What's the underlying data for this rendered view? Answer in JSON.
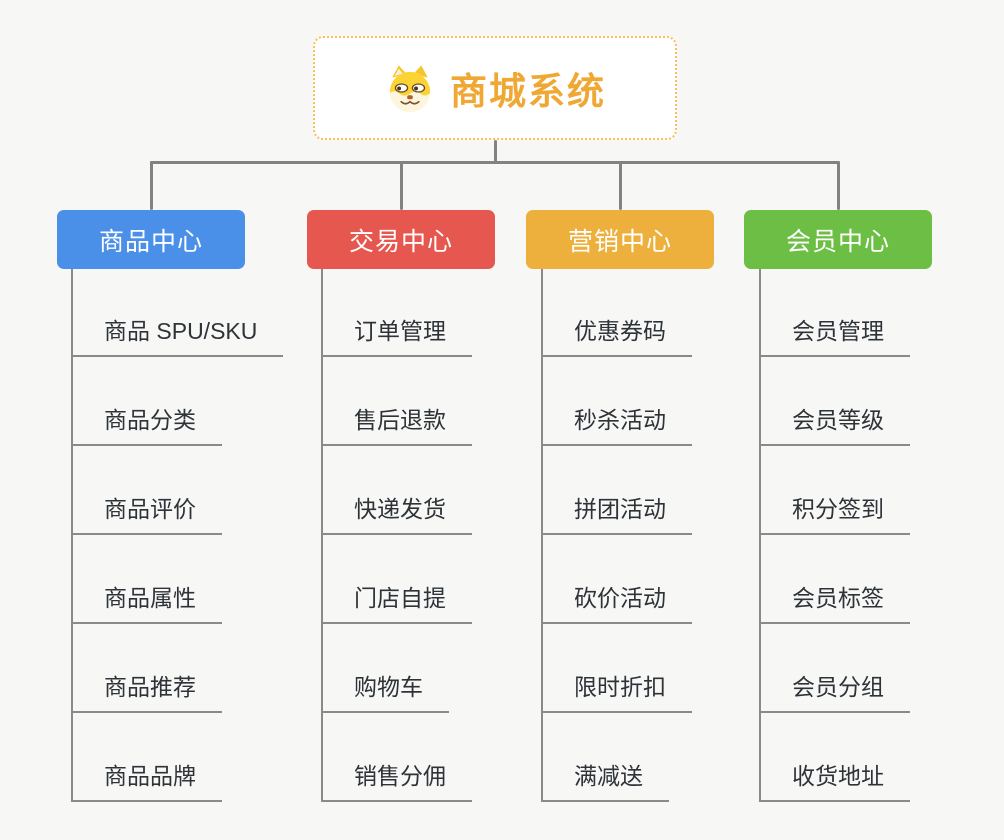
{
  "root": {
    "title": "商城系统",
    "logo": "shiba-dog-icon",
    "title_color": "#F0A835",
    "border_color": "#F6C05A"
  },
  "connector_color": "#828282",
  "background_color": "#F7F7F6",
  "branches": [
    {
      "label": "商品中心",
      "color": "#4A8FE8",
      "children": [
        "商品 SPU/SKU",
        "商品分类",
        "商品评价",
        "商品属性",
        "商品推荐",
        "商品品牌"
      ]
    },
    {
      "label": "交易中心",
      "color": "#E5574F",
      "children": [
        "订单管理",
        "售后退款",
        "快递发货",
        "门店自提",
        "购物车",
        "销售分佣"
      ]
    },
    {
      "label": "营销中心",
      "color": "#EDB03C",
      "children": [
        "优惠券码",
        "秒杀活动",
        "拼团活动",
        "砍价活动",
        "限时折扣",
        "满减送"
      ]
    },
    {
      "label": "会员中心",
      "color": "#6CBE45",
      "children": [
        "会员管理",
        "会员等级",
        "积分签到",
        "会员标签",
        "会员分组",
        "收货地址"
      ]
    }
  ]
}
